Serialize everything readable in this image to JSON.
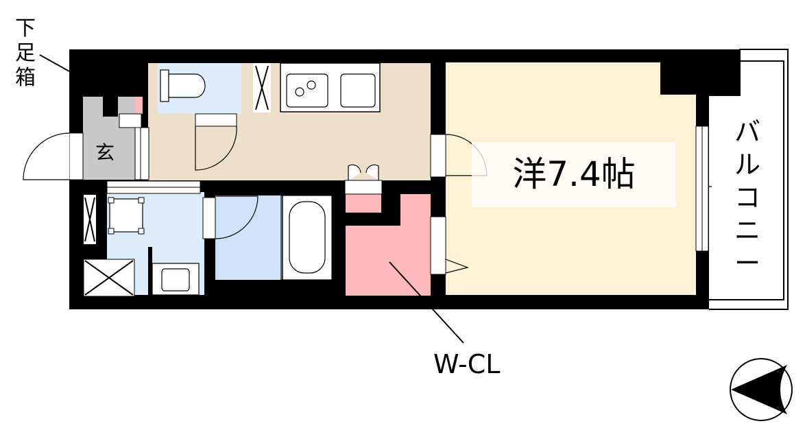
{
  "floorplan": {
    "labels": {
      "shoe_cabinet": "下足箱",
      "genkan": "玄",
      "room": "洋7.4帖",
      "closet": "W-CL",
      "balcony": "バルコニー"
    },
    "icons": {
      "compass": "north-arrow-icon",
      "toilet": "toilet-icon",
      "sink": "sink-icon",
      "stove": "stove-icon",
      "bathtub": "bathtub-icon",
      "washbasin": "washbasin-icon",
      "washing_machine": "washing-machine-pan-icon"
    },
    "colors": {
      "wall": "#000000",
      "corridor_kitchen": "#ede0cb",
      "room": "#fdf2d5",
      "wet_area": "#dcecfb",
      "bath": "#cfe3f8",
      "closet": "#ffb9b9",
      "genkan_floor": "#c8c8c8"
    }
  }
}
